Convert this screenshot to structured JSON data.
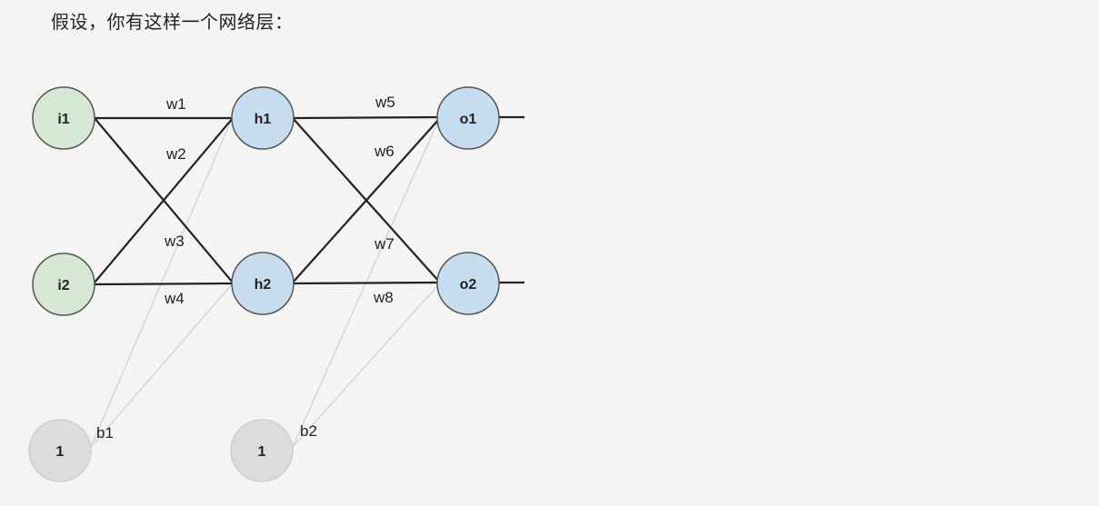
{
  "intro_text": "假设，你有这样一个网络层：",
  "nodes": {
    "i1": "i1",
    "i2": "i2",
    "h1": "h1",
    "h2": "h2",
    "o1": "o1",
    "o2": "o2",
    "bias1": "1",
    "bias2": "1"
  },
  "weights": {
    "w1": "w1",
    "w2": "w2",
    "w3": "w3",
    "w4": "w4",
    "w5": "w5",
    "w6": "w6",
    "w7": "w7",
    "w8": "w8"
  },
  "biases": {
    "b1": "b1",
    "b2": "b2"
  },
  "colors": {
    "input_fill": "#d5e8d4",
    "hidden_fill": "#c6dcef",
    "output_fill": "#c6dcef",
    "bias_fill": "#dcdcdc",
    "edge": "#222222",
    "bias_edge": "#d7d7d7"
  }
}
